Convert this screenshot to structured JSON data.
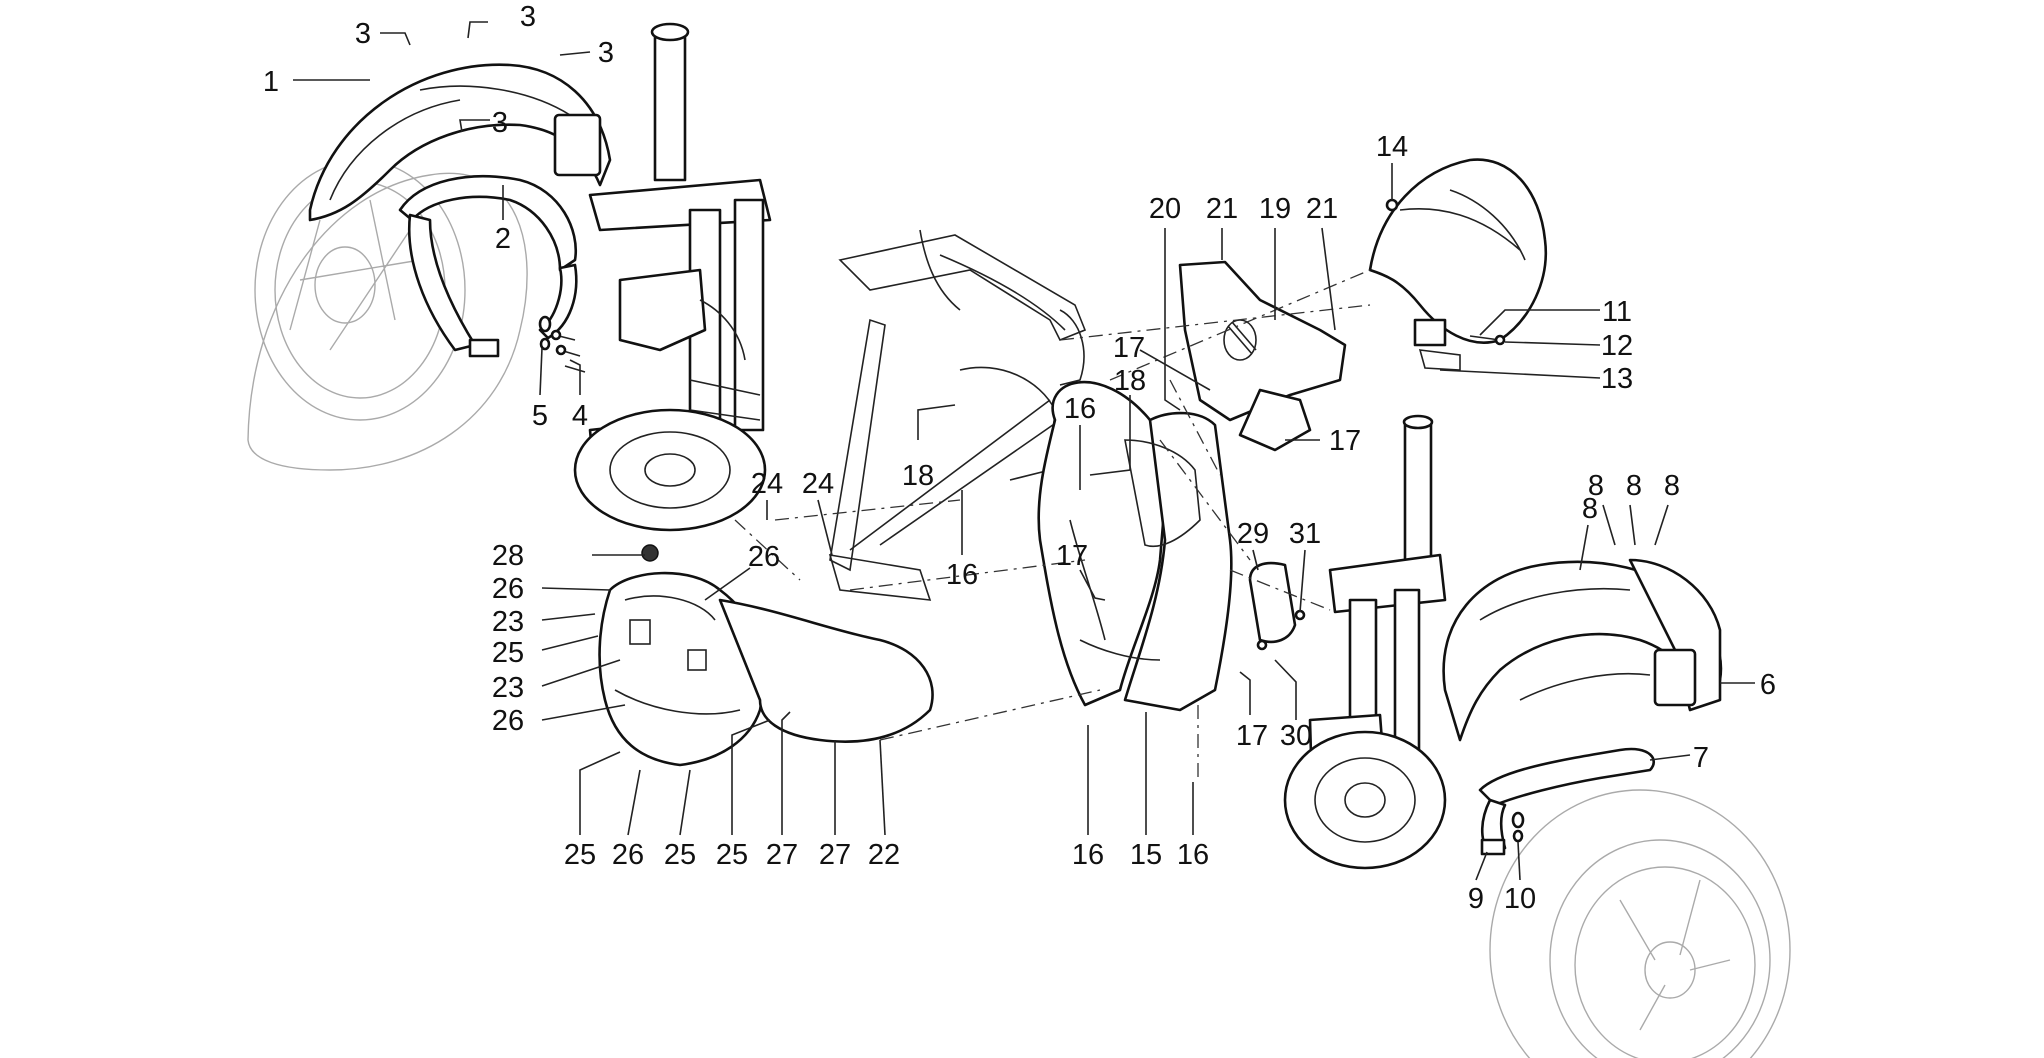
{
  "callouts": [
    "1",
    "2",
    "3",
    "3",
    "3",
    "3",
    "4",
    "5",
    "6",
    "7",
    "8",
    "8",
    "8",
    "8",
    "9",
    "10",
    "11",
    "12",
    "13",
    "14",
    "15",
    "16",
    "16",
    "16",
    "16",
    "16",
    "17",
    "17",
    "17",
    "17",
    "17",
    "18",
    "18",
    "19",
    "20",
    "21",
    "21",
    "22",
    "23",
    "23",
    "24",
    "24",
    "25",
    "25",
    "25",
    "25",
    "26",
    "26",
    "26",
    "26",
    "27",
    "27",
    "28",
    "29",
    "30",
    "31"
  ]
}
